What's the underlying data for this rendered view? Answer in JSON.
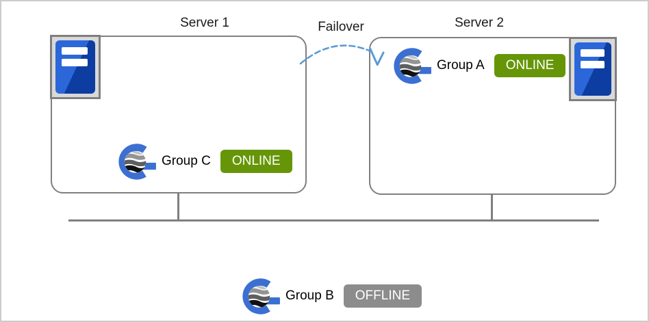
{
  "diagram": {
    "title_hint": "Failover cluster diagram",
    "server1": {
      "label": "Server 1"
    },
    "server2": {
      "label": "Server 2"
    },
    "failover_label": "Failover",
    "groups": {
      "a": {
        "name": "Group A",
        "status": "ONLINE"
      },
      "b": {
        "name": "Group B",
        "status": "OFFLINE"
      },
      "c": {
        "name": "Group C",
        "status": "ONLINE"
      }
    },
    "icons": {
      "server_icon": "server-tower-icon",
      "group_icon": "cluster-group-icon",
      "arrow_icon": "failover-arrow-icon"
    },
    "colors": {
      "online_badge": "#669608",
      "offline_badge": "#8c8c8c",
      "box_border": "#7f7f7f",
      "network_line": "#7f7f7f",
      "failover_arrow": "#5b9bd5",
      "logo_blue": "#3b70d2",
      "server_icon_blue_light": "#2c67d9",
      "server_icon_blue_dark": "#0d3da1",
      "outer_frame": "#cccccc"
    }
  }
}
